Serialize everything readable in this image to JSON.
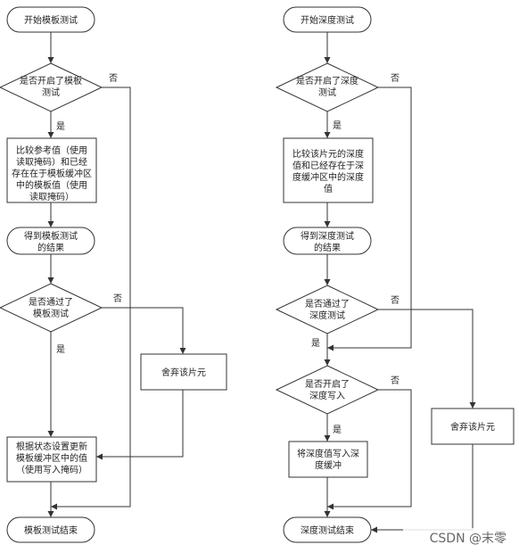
{
  "stencil": {
    "start": "开始模板测试",
    "q_enabled": [
      "是否开启了模板",
      "测试"
    ],
    "compare": [
      "比较参考值（使用",
      "读取掩码）和已经",
      "存在在于模板缓冲区",
      "中的模板值（使用",
      "读取掩码）"
    ],
    "result": [
      "得到模板测试",
      "的结果"
    ],
    "q_passed": [
      "是否通过了",
      "模板测试"
    ],
    "discard": "舍弃该片元",
    "update": [
      "根据状态设置更新",
      "模板缓冲区中的值",
      "（使用写入掩码）"
    ],
    "end": "模板测试结束"
  },
  "depth": {
    "start": "开始深度测试",
    "q_enabled": [
      "是否开启了深度",
      "测试"
    ],
    "compare": [
      "比较该片元的深度",
      "值和已经存在于深",
      "度缓冲区中的深度",
      "值"
    ],
    "result": [
      "得到深度测试",
      "的结果"
    ],
    "q_passed": [
      "是否通过了",
      "深度测试"
    ],
    "q_write": [
      "是否开启了",
      "深度写入"
    ],
    "write": [
      "将深度值写入深",
      "度缓冲"
    ],
    "discard": "舍弃该片元",
    "end": "深度测试结束"
  },
  "labels": {
    "yes": "是",
    "no": "否"
  },
  "watermark": "CSDN @末零"
}
